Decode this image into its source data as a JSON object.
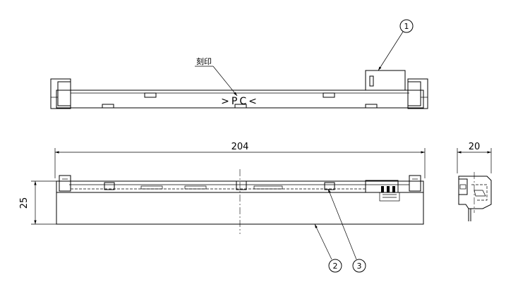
{
  "labels": {
    "marking": "刻印",
    "pc_mark": ">PC<",
    "dim_length": "204",
    "dim_height": "25",
    "dim_width": "20",
    "callout_1": "1",
    "callout_2": "2",
    "callout_3": "3"
  }
}
